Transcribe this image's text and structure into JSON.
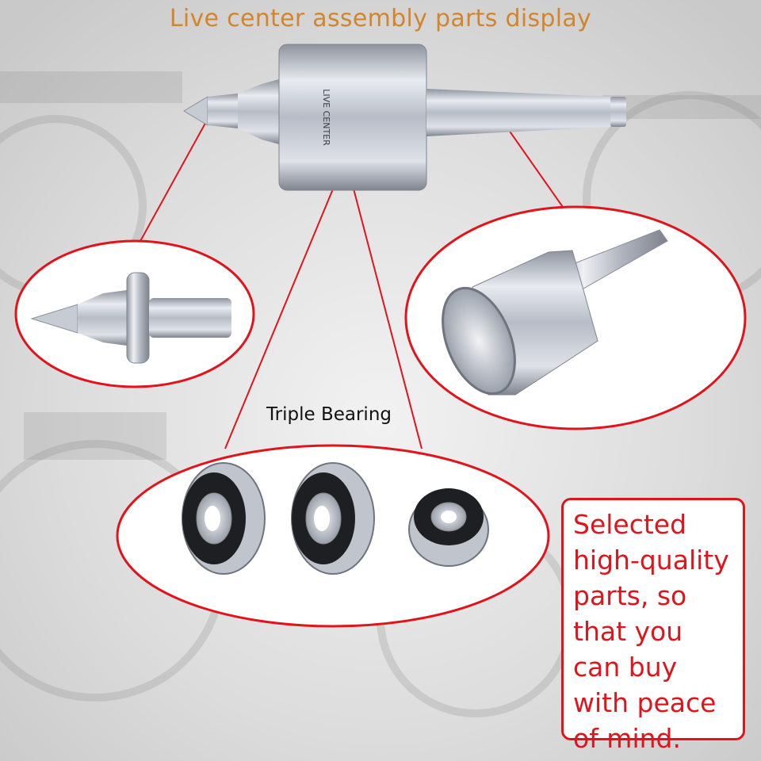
{
  "header": {
    "title": "Live center assembly parts display"
  },
  "product": {
    "engraving": "LIVE CENTER"
  },
  "labels": {
    "bearings": "Triple Bearing"
  },
  "note": {
    "text": "Selected high-quality parts, so that you can buy with peace of mind."
  },
  "colors": {
    "title": "#d3852c",
    "accent_red": "#e0141b",
    "metal": "#c4c8d2"
  }
}
